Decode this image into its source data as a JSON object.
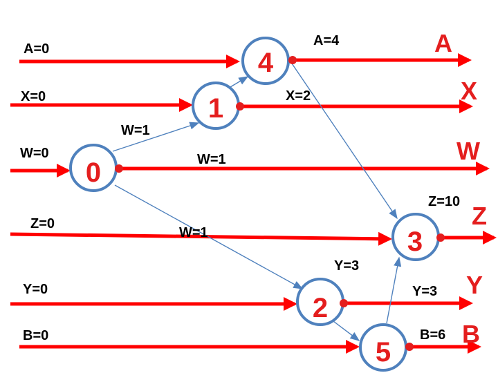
{
  "colors": {
    "track": "#ff0000",
    "node_stroke": "#4f81bd",
    "edge": "#4f81bd",
    "dot": "#e41e1e",
    "text": "#000000",
    "var_text": "#e41e1e"
  },
  "variables": [
    {
      "id": "A",
      "name": "A",
      "init": "A=0"
    },
    {
      "id": "X",
      "name": "X",
      "init": "X=0"
    },
    {
      "id": "W",
      "name": "W",
      "init": "W=0"
    },
    {
      "id": "Z",
      "name": "Z",
      "init": "Z=0"
    },
    {
      "id": "Y",
      "name": "Y",
      "init": "Y=0"
    },
    {
      "id": "B",
      "name": "B",
      "init": "B=0"
    }
  ],
  "nodes": [
    {
      "id": "n4",
      "label": "4"
    },
    {
      "id": "n1",
      "label": "1"
    },
    {
      "id": "n0",
      "label": "0"
    },
    {
      "id": "n3",
      "label": "3"
    },
    {
      "id": "n2",
      "label": "2"
    },
    {
      "id": "n5",
      "label": "5"
    }
  ],
  "edges": [
    {
      "from": "n0",
      "to": "n1"
    },
    {
      "from": "n1",
      "to": "n4"
    },
    {
      "from": "n0",
      "to": "n2"
    },
    {
      "from": "n4",
      "to": "n3"
    },
    {
      "from": "n2",
      "to": "n5"
    },
    {
      "from": "n5",
      "to": "n3"
    }
  ],
  "annotations": [
    {
      "id": "a4",
      "text": "A=4"
    },
    {
      "id": "x2",
      "text": "X=2"
    },
    {
      "id": "w1a",
      "text": "W=1"
    },
    {
      "id": "w1b",
      "text": "W=1"
    },
    {
      "id": "w1c",
      "text": "W=1"
    },
    {
      "id": "z10",
      "text": "Z=10"
    },
    {
      "id": "y3a",
      "text": "Y=3"
    },
    {
      "id": "y3b",
      "text": "Y=3"
    },
    {
      "id": "b6",
      "text": "B=6"
    }
  ]
}
